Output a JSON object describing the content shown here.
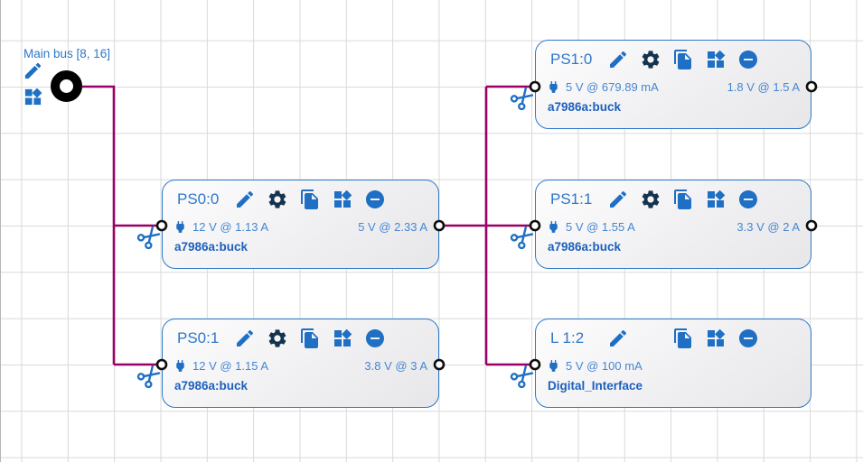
{
  "colors": {
    "accent_blue": "#1f6fc4",
    "title_blue": "#2e77c9",
    "value_blue": "#4587d2",
    "part_blue": "#1d60bd",
    "gear_dark": "#14334f",
    "wire_magenta": "#990066",
    "grid_line": "#d9d9d9",
    "node_border": "#2b79ca"
  },
  "main_bus": {
    "label": "Main bus [8, 16]"
  },
  "icons": {
    "edit": "pencil",
    "settings": "gear",
    "duplicate": "copy-pages",
    "group": "widgets-squares",
    "remove": "minus-in-circle",
    "input_power": "plug",
    "cut_wire": "scissors",
    "bus_source": "black-ring"
  },
  "nodes": [
    {
      "title": "PS0:0",
      "input": "12 V @ 1.13 A",
      "output": "5 V @ 2.33 A",
      "part": "a7986a:buck"
    },
    {
      "title": "PS0:1",
      "input": "12 V @ 1.15 A",
      "output": "3.8 V @ 3 A",
      "part": "a7986a:buck"
    },
    {
      "title": "PS1:0",
      "input": "5 V @ 679.89 mA",
      "output": "1.8 V @ 1.5 A",
      "part": "a7986a:buck"
    },
    {
      "title": "PS1:1",
      "input": "5 V @ 1.55 A",
      "output": "3.3 V @ 2 A",
      "part": "a7986a:buck"
    },
    {
      "title": "L 1:2",
      "input": "5 V @ 100 mA",
      "output": "",
      "part": "Digital_Interface"
    }
  ]
}
